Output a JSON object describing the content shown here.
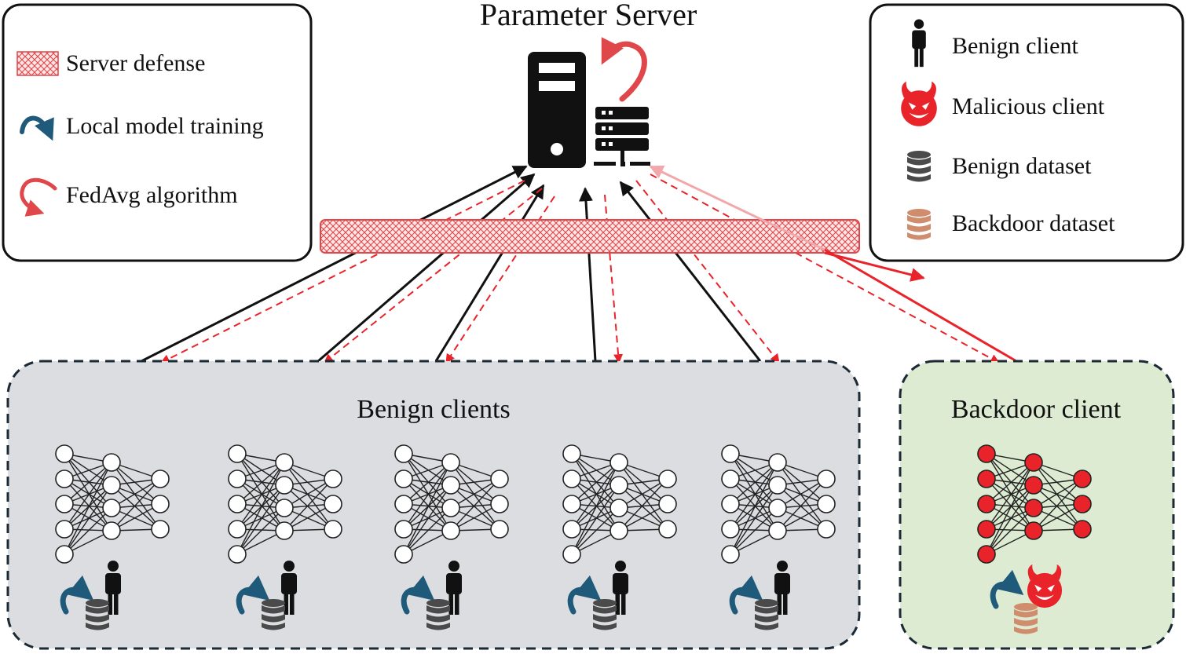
{
  "title": "Parameter Server",
  "left_legend": {
    "server_defense": "Server defense",
    "local_training": "Local model training",
    "fedavg": "FedAvg algorithm"
  },
  "right_legend": {
    "benign_client": "Benign client",
    "malicious_client": "Malicious client",
    "benign_dataset": "Benign dataset",
    "backdoor_dataset": "Backdoor dataset"
  },
  "groups": {
    "benign": "Benign clients",
    "backdoor": "Backdoor client"
  },
  "colors": {
    "accent_red": "#e8242a",
    "defense_red": "#e0474b",
    "training_blue": "#1f5a7a",
    "benign_box": "#dcdde0",
    "backdoor_box": "#dcebd2",
    "benign_db": "#4a4a4a",
    "backdoor_db": "#cf8d6d"
  },
  "icons": [
    "server-tower-icon",
    "server-rack-icon",
    "person-icon",
    "devil-icon",
    "database-icon",
    "curved-arrow-icon",
    "hatched-bar-icon"
  ]
}
